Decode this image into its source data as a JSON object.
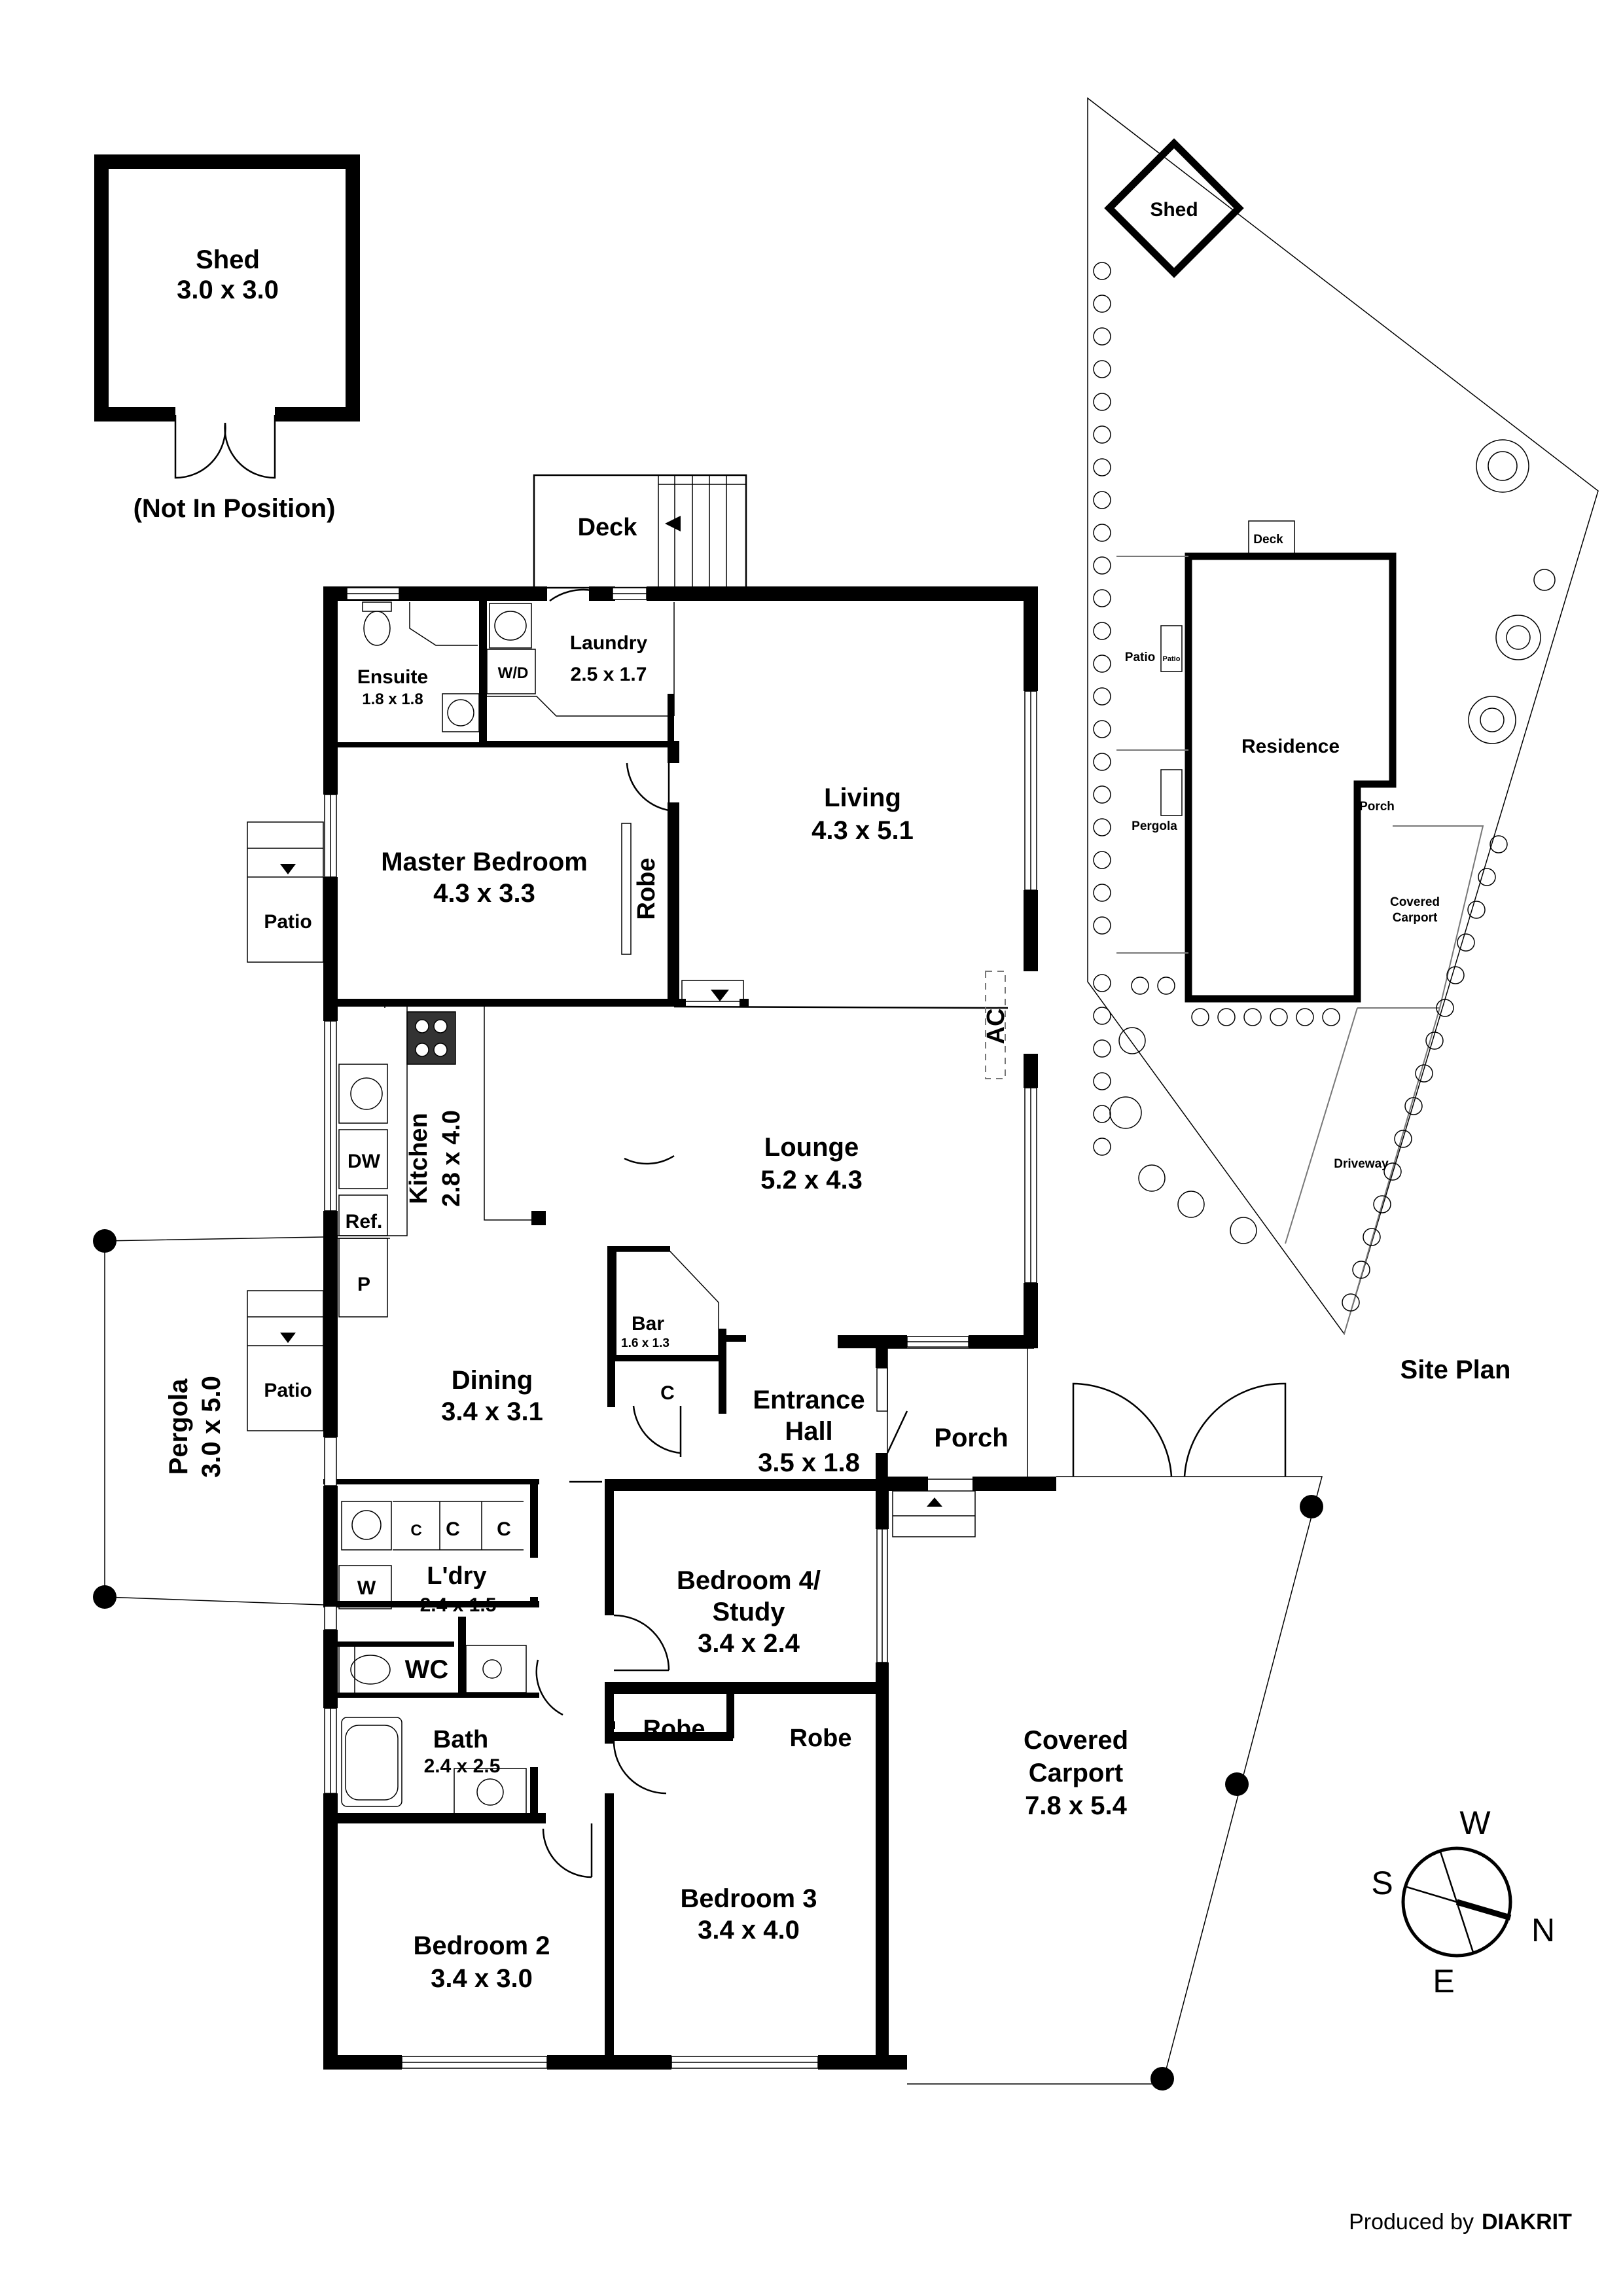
{
  "shed": {
    "name": "Shed",
    "dims": "3.0 x 3.0",
    "note": "(Not In Position)"
  },
  "deck": "Deck",
  "rooms": {
    "ensuite": {
      "name": "Ensuite",
      "dims": "1.8 x 1.8"
    },
    "wd": "W/D",
    "laundry": {
      "name": "Laundry",
      "dims": "2.5 x 1.7"
    },
    "living": {
      "name": "Living",
      "dims": "4.3 x 5.1"
    },
    "master": {
      "name": "Master Bedroom",
      "dims": "4.3 x 3.3"
    },
    "robe": "Robe",
    "patio": "Patio",
    "ac": "AC",
    "kitchen": {
      "name": "Kitchen",
      "dims": "2.8 x 4.0"
    },
    "dw": "DW",
    "ref": "Ref.",
    "pantry": "P",
    "lounge": {
      "name": "Lounge",
      "dims": "5.2 x 4.3"
    },
    "bar": {
      "name": "Bar",
      "dims": "1.6 x 1.3"
    },
    "cupboard": "C",
    "dining": {
      "name": "Dining",
      "dims": "3.4 x 3.1"
    },
    "entrance": {
      "line1": "Entrance",
      "line2": "Hall",
      "dims": "3.5 x 1.8"
    },
    "porch": "Porch",
    "pergola": {
      "name": "Pergola",
      "dims": "3.0 x 5.0"
    },
    "ldry": {
      "name": "L'dry",
      "dims": "2.4 x 1.5"
    },
    "washer": "W",
    "wc": "WC",
    "bath": {
      "name": "Bath",
      "dims": "2.4 x 2.5"
    },
    "bed4": {
      "line1": "Bedroom 4/",
      "line2": "Study",
      "dims": "3.4 x 2.4"
    },
    "bed3": {
      "name": "Bedroom 3",
      "dims": "3.4 x 4.0"
    },
    "bed2": {
      "name": "Bedroom 2",
      "dims": "3.4 x 3.0"
    },
    "carport": {
      "line1": "Covered",
      "line2": "Carport",
      "dims": "7.8 x 5.4"
    }
  },
  "site_plan": {
    "title": "Site Plan",
    "shed": "Shed",
    "deck": "Deck",
    "patio": "Patio",
    "patio_small": "Patio",
    "pergola": "Pergola",
    "residence": "Residence",
    "porch": "Porch",
    "carport_line1": "Covered",
    "carport_line2": "Carport",
    "driveway": "Driveway"
  },
  "compass": {
    "w": "W",
    "n": "N",
    "e": "E",
    "s": "S"
  },
  "credit": {
    "prefix": "Produced by",
    "brand": "DIAKRIT"
  }
}
